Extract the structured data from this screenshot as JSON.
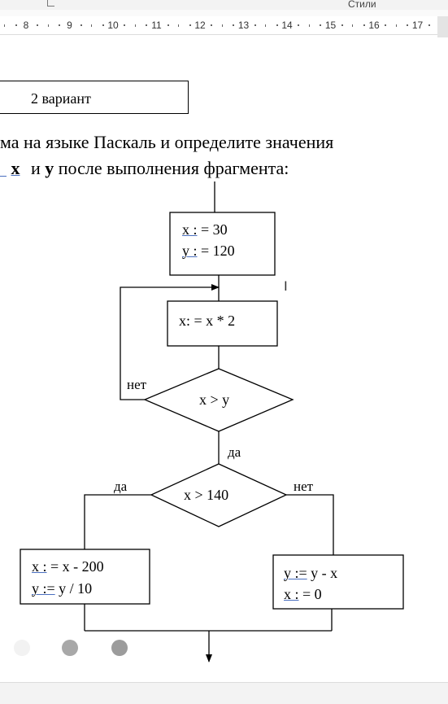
{
  "ribbon": {
    "styles_label": "Стили"
  },
  "ruler": {
    "numbers": [
      "8",
      "9",
      "10",
      "11",
      "12",
      "13",
      "14",
      "15",
      "16",
      "17"
    ]
  },
  "document": {
    "variant_label": "2 вариант",
    "task_line1": "ма на языке Паскаль и определите значения",
    "task_line2_x": "x",
    "task_line2_and": "и",
    "task_line2_y": "y",
    "task_line2_rest": "после выполнения фрагмента:"
  },
  "flowchart": {
    "init": {
      "x_var": "x :",
      "x_val": "= 30",
      "y_var": "y :",
      "y_val": "= 120"
    },
    "step": "x: = x * 2",
    "cond1": "x > y",
    "cond1_no": "нет",
    "cond1_yes": "да",
    "cond2": "x > 140",
    "cond2_yes": "да",
    "cond2_no": "нет",
    "left_block": {
      "x_var": "x :",
      "x_val": "= x - 200",
      "y_var": "y :=",
      "y_val": "y / 10"
    },
    "right_block": {
      "y_var": "y :=",
      "y_val": "y - x",
      "x_var": "x :",
      "x_val": "= 0"
    }
  },
  "colors": {
    "underline": "#4a6fbf",
    "dot_light": "#f2f2f2",
    "dot_mid": "#a8a8a8",
    "dot_dark": "#9c9c9c"
  }
}
